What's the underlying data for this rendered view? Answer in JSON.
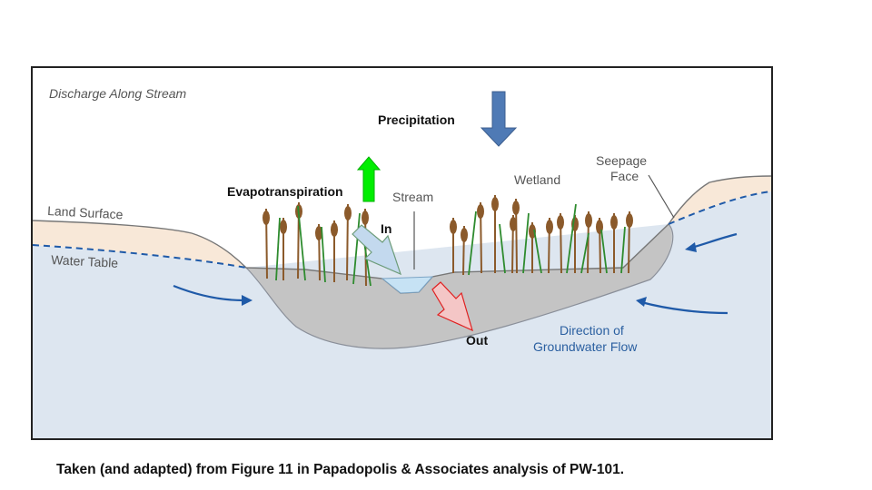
{
  "diagram": {
    "title": "Discharge Along Stream",
    "labels": {
      "precipitation": "Precipitation",
      "evapotranspiration": "Evapotranspiration",
      "stream": "Stream",
      "wetland": "Wetland",
      "seepage_face": [
        "Seepage",
        "Face"
      ],
      "land_surface": "Land Surface",
      "water_table": "Water Table",
      "in": "In",
      "out": "Out",
      "groundwater_flow": [
        "Direction of",
        "Groundwater Flow"
      ]
    },
    "colors": {
      "groundwater": "#dde6f0",
      "soil": "#f8e8d8",
      "wetland_sediment": "#c4c4c4",
      "stream_water": "#c6e2f4",
      "precipitation_arrow": "#4f7ab5",
      "evapotranspiration_arrow": "#00ee00",
      "in_arrow": "#c3d9ee",
      "out_arrow": "#f4c6c6",
      "flow_arrows": "#1f5aa8",
      "cattail_head": "#8b5a2b",
      "reed": "#2e8b2e"
    }
  },
  "caption": "Taken (and adapted) from Figure 11 in Papadopolis & Associates analysis of PW-101."
}
